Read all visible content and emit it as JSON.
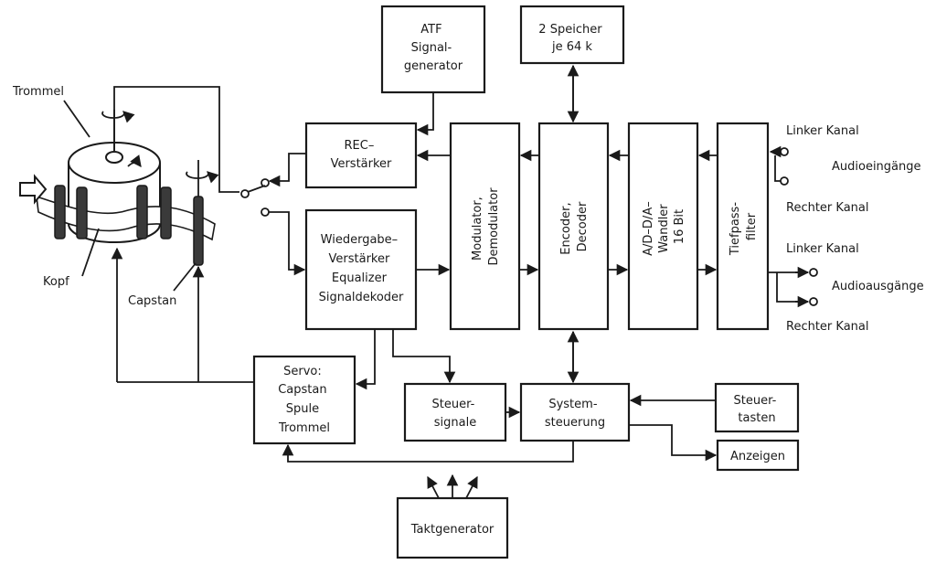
{
  "blocks": {
    "atf": [
      "ATF",
      "Signal-",
      "generator"
    ],
    "speicher": [
      "2 Speicher",
      "je 64 k"
    ],
    "rec": [
      "REC–",
      "Verstärker"
    ],
    "wiedergabe": [
      "Wiedergabe–",
      "Verstärker",
      "Equalizer",
      "Signaldekoder"
    ],
    "modulator": [
      "Modulator,",
      "Demodulator"
    ],
    "encoder": [
      "Encoder,",
      "Decoder"
    ],
    "adda": [
      "A/D–D/A–",
      "Wandler",
      "16 Bit"
    ],
    "tiefpass": [
      "Tiefpass-",
      "filter"
    ],
    "servo": [
      "Servo:",
      "Capstan",
      "Spule",
      "Trommel"
    ],
    "steuersignale": [
      "Steuer-",
      "signale"
    ],
    "systemsteuerung": [
      "System-",
      "steuerung"
    ],
    "steuertasten": [
      "Steuer-",
      "tasten"
    ],
    "anzeigen": [
      "Anzeigen"
    ],
    "taktgenerator": [
      "Taktgenerator"
    ]
  },
  "labels": {
    "trommel": "Trommel",
    "kopf": "Kopf",
    "capstan": "Capstan",
    "linker_kanal_in": "Linker Kanal",
    "audioeingaenge": "Audioeingänge",
    "rechter_kanal_in": "Rechter Kanal",
    "linker_kanal_out": "Linker Kanal",
    "audioausgaenge": "Audioausgänge",
    "rechter_kanal_out": "Rechter Kanal"
  }
}
